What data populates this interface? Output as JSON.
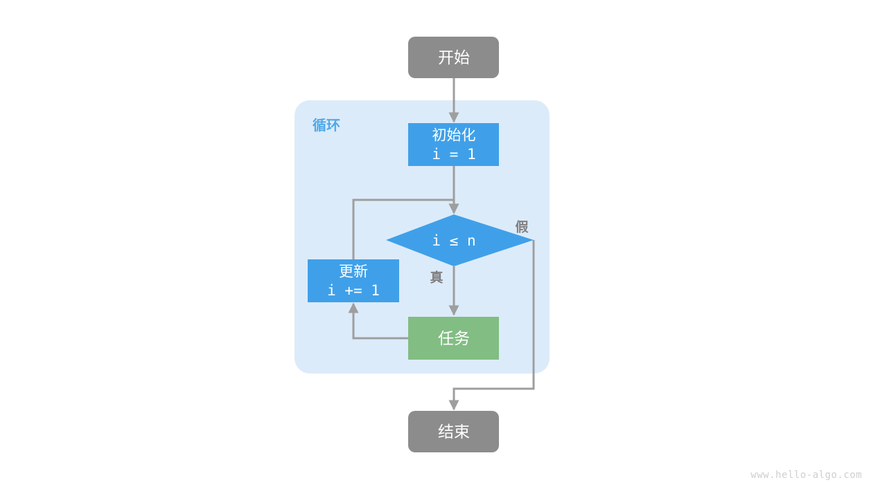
{
  "diagram": {
    "title": "for-loop-flowchart",
    "background": "#ffffff",
    "colors": {
      "terminal": "#8C8C8C",
      "process": "#3FA0E9",
      "decision": "#3FA0E9",
      "task": "#82BD83",
      "group_background": "#DCEBFA",
      "group_label": "#4FA8E8",
      "edge": "#9E9E9E",
      "edge_label": "#808080",
      "node_text": "#ffffff",
      "watermark": "#CFCFCF"
    }
  },
  "nodes": {
    "start": {
      "label": "开始",
      "shape": "rounded-rect",
      "role": "terminal"
    },
    "init": {
      "label_line1": "初始化",
      "label_line2": "i = 1",
      "shape": "rect",
      "role": "process"
    },
    "decision": {
      "label": "i ≤ n",
      "shape": "diamond",
      "role": "decision"
    },
    "update": {
      "label_line1": "更新",
      "label_line2": "i += 1",
      "shape": "rect",
      "role": "process"
    },
    "task": {
      "label": "任务",
      "shape": "rect",
      "role": "task"
    },
    "end": {
      "label": "结束",
      "shape": "rounded-rect",
      "role": "terminal"
    }
  },
  "group": {
    "label": "循环"
  },
  "edge_labels": {
    "true_branch": "真",
    "false_branch": "假"
  },
  "watermark": {
    "text": "www.hello-algo.com"
  }
}
